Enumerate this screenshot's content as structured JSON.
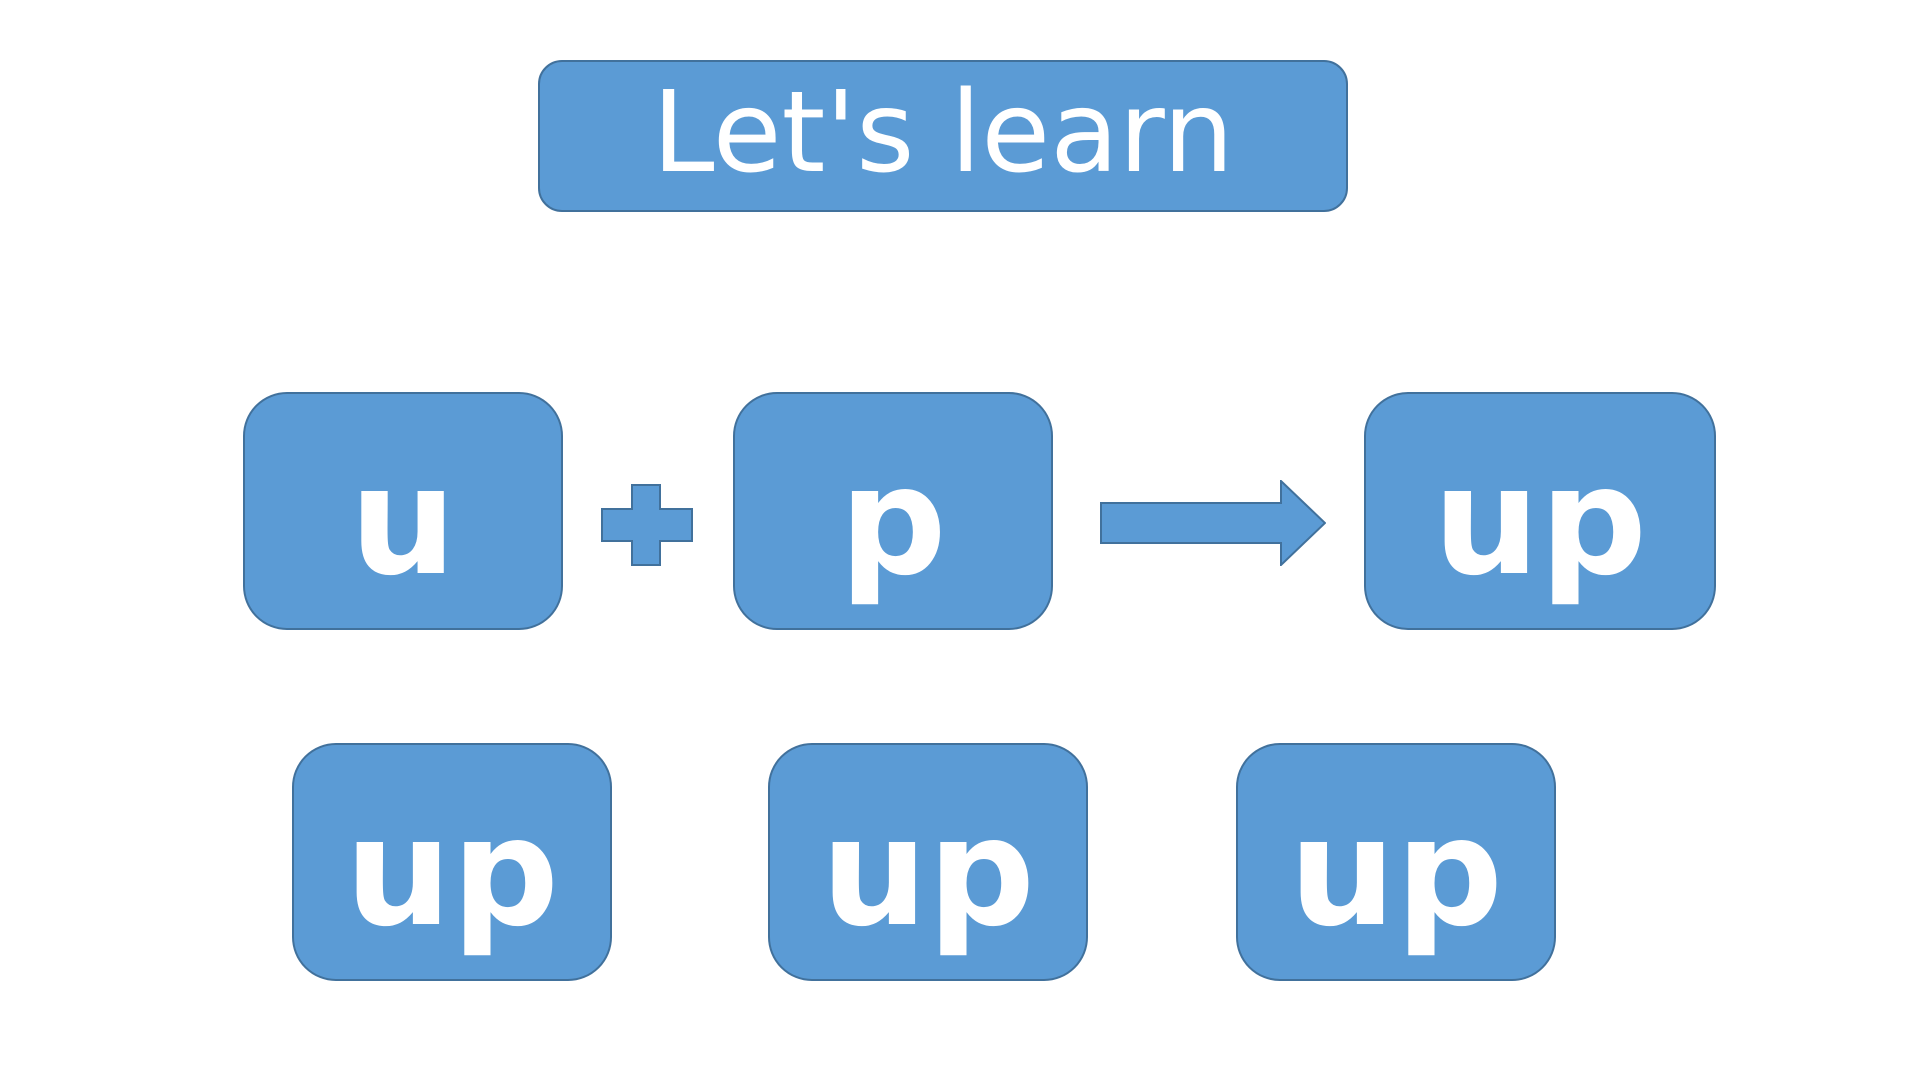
{
  "title": "Let's learn",
  "equation": {
    "left": "u",
    "right": "p",
    "result": "up"
  },
  "practice": [
    "up",
    "up",
    "up"
  ],
  "icons": {
    "plus": "plus-icon",
    "arrow": "arrow-right-icon"
  },
  "colors": {
    "box_fill": "#5b9bd5",
    "box_border": "#41719c",
    "text": "#ffffff",
    "background": "#ffffff"
  }
}
